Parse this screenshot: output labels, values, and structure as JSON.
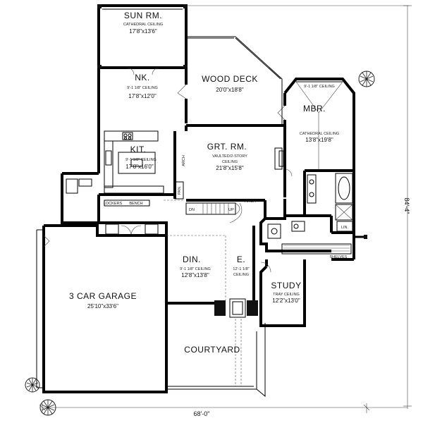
{
  "rooms": {
    "sun_room": {
      "name": "SUN RM.",
      "note": "CATHEDRAL CEILING",
      "dims": "17'8\"x13'6\""
    },
    "nook": {
      "name": "NK.",
      "note": "9'-1 1/8\" CEILING",
      "dims": "17'8\"x12'0\""
    },
    "wood_deck": {
      "name": "WOOD DECK",
      "dims": "20'0\"x18'8\""
    },
    "master_bedroom": {
      "name": "MBR.",
      "note_top": "9'-1 1/8\" CEILING",
      "note": "CATHEDRAL CEILING",
      "dims": "13'8\"x19'8\""
    },
    "kitchen": {
      "name": "KIT.",
      "note": "9'-1 1/8\" CEILING",
      "dims": "17'8\"x16'0\""
    },
    "great_room": {
      "name": "GRT. RM.",
      "note1": "VAULTED/2-STORY",
      "note2": "CEILING",
      "dims": "21'8\"x15'8\""
    },
    "dining": {
      "name": "DIN.",
      "note": "9'-1 1/8\" CEILING",
      "dims": "12'8\"x13'8\""
    },
    "entry": {
      "name": "E.",
      "note1": "12'-1 1/8\"",
      "note2": "CEILING"
    },
    "study": {
      "name": "STUDY",
      "note": "TRAY CEILING",
      "dims": "12'2\"x13'0\""
    },
    "garage": {
      "name": "3 CAR GARAGE",
      "dims": "25'10\"x33'6\""
    },
    "courtyard": {
      "name": "COURTYARD"
    }
  },
  "labels": {
    "lockers": "LOCKERS",
    "bench": "BENCH",
    "arch_left": "ARCH",
    "arch_bottom": "ARCH",
    "pantry": "PAN.",
    "dn": "DN",
    "up": "UP",
    "linen": "LIN.",
    "shelves": "SHELVES"
  },
  "overall": {
    "width": "68'-0\"",
    "depth": "84'-4\""
  }
}
